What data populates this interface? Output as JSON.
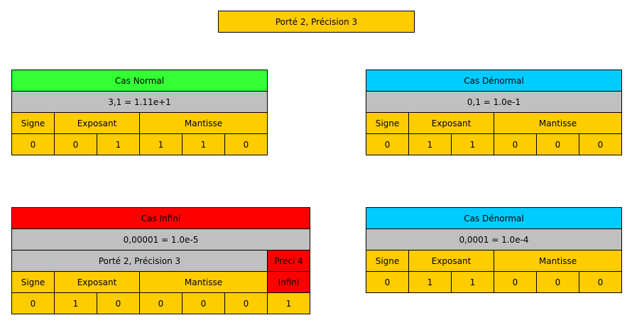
{
  "title": "Porté 2, Précision 3",
  "headers": {
    "sign": "Signe",
    "exponent": "Exposant",
    "mantissa": "Mantisse"
  },
  "colors": {
    "yellow": "#ffcc00",
    "green": "#33ff33",
    "cyan": "#00ccff",
    "red": "#ff0000",
    "gray": "#c0c0c0"
  },
  "cases": [
    {
      "title": "Cas Normal",
      "color": "green",
      "value": "3,1 = 1.11e+1",
      "bits": [
        "0",
        "0",
        "1",
        "1",
        "1",
        "0"
      ]
    },
    {
      "title": "Cas Dénormal",
      "color": "cyan",
      "value": "0,1 = 1.0e-1",
      "bits": [
        "0",
        "1",
        "1",
        "0",
        "0",
        "0"
      ]
    },
    {
      "title": "Cas Infini",
      "color": "red",
      "value": "0,00001 = 1.0e-5",
      "subtitle": "Porté 2, Précision 3",
      "extra_title": "Preci 4",
      "extra_header": "Infini",
      "bits": [
        "0",
        "1",
        "0",
        "0",
        "0",
        "0",
        "1"
      ]
    },
    {
      "title": "Cas Dénormal",
      "color": "cyan",
      "value": "0,0001 = 1.0e-4",
      "bits": [
        "0",
        "1",
        "1",
        "0",
        "0",
        "0"
      ]
    }
  ]
}
